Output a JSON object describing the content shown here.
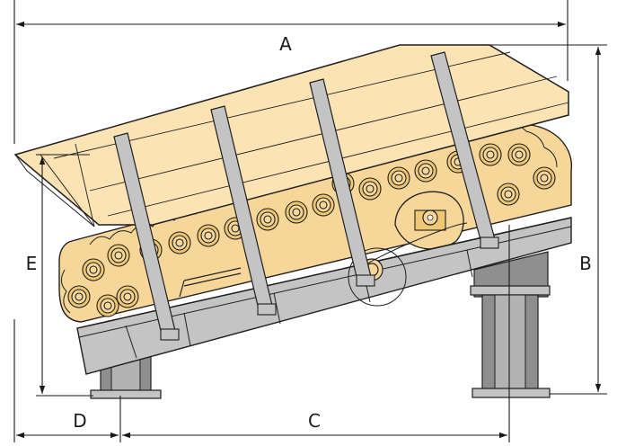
{
  "dimensions": {
    "a": "A",
    "b": "B",
    "c": "C",
    "d": "D",
    "e": "E"
  },
  "colors": {
    "hopper": "#fbe3b3",
    "chain": "#f7d799",
    "steel": "#c4c4c4",
    "steel_dark": "#8f8f8f",
    "frame": "#7a7a7a",
    "outline": "#1f1f1f",
    "dimension_line": "#1a1a1a",
    "background": "#ffffff"
  }
}
